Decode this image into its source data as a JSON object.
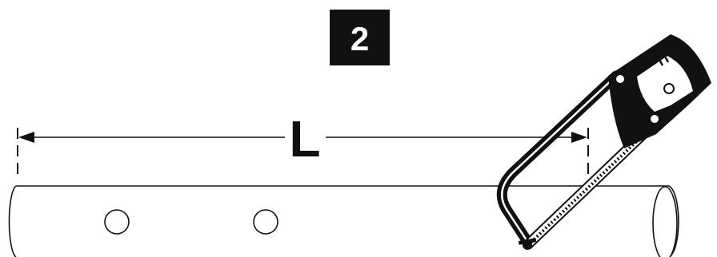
{
  "step": {
    "number": "2",
    "badge_color": "#111111",
    "text_color": "#ffffff"
  },
  "dimension": {
    "label": "L"
  },
  "pipe": {
    "hole_count": 2,
    "hole_icon": "circle-hole"
  },
  "tool": {
    "icon": "hacksaw-icon"
  },
  "colors": {
    "line": "#111111",
    "background": "#ffffff"
  }
}
